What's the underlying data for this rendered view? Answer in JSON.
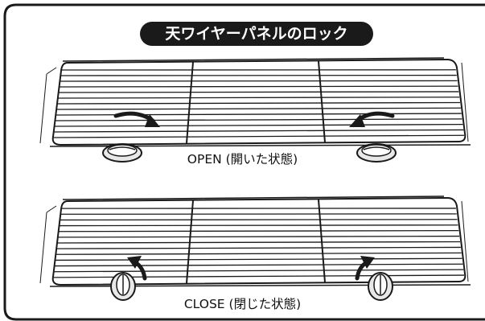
{
  "title": "天ワイヤーパネルのロック",
  "panels": [
    {
      "state": "open",
      "caption": "OPEN (開いた状態)"
    },
    {
      "state": "close",
      "caption": "CLOSE (閉じた状態)"
    }
  ],
  "colors": {
    "ink": "#1a1a1a",
    "paper": "#ffffff",
    "knob_fill": "#e8e8e8"
  }
}
